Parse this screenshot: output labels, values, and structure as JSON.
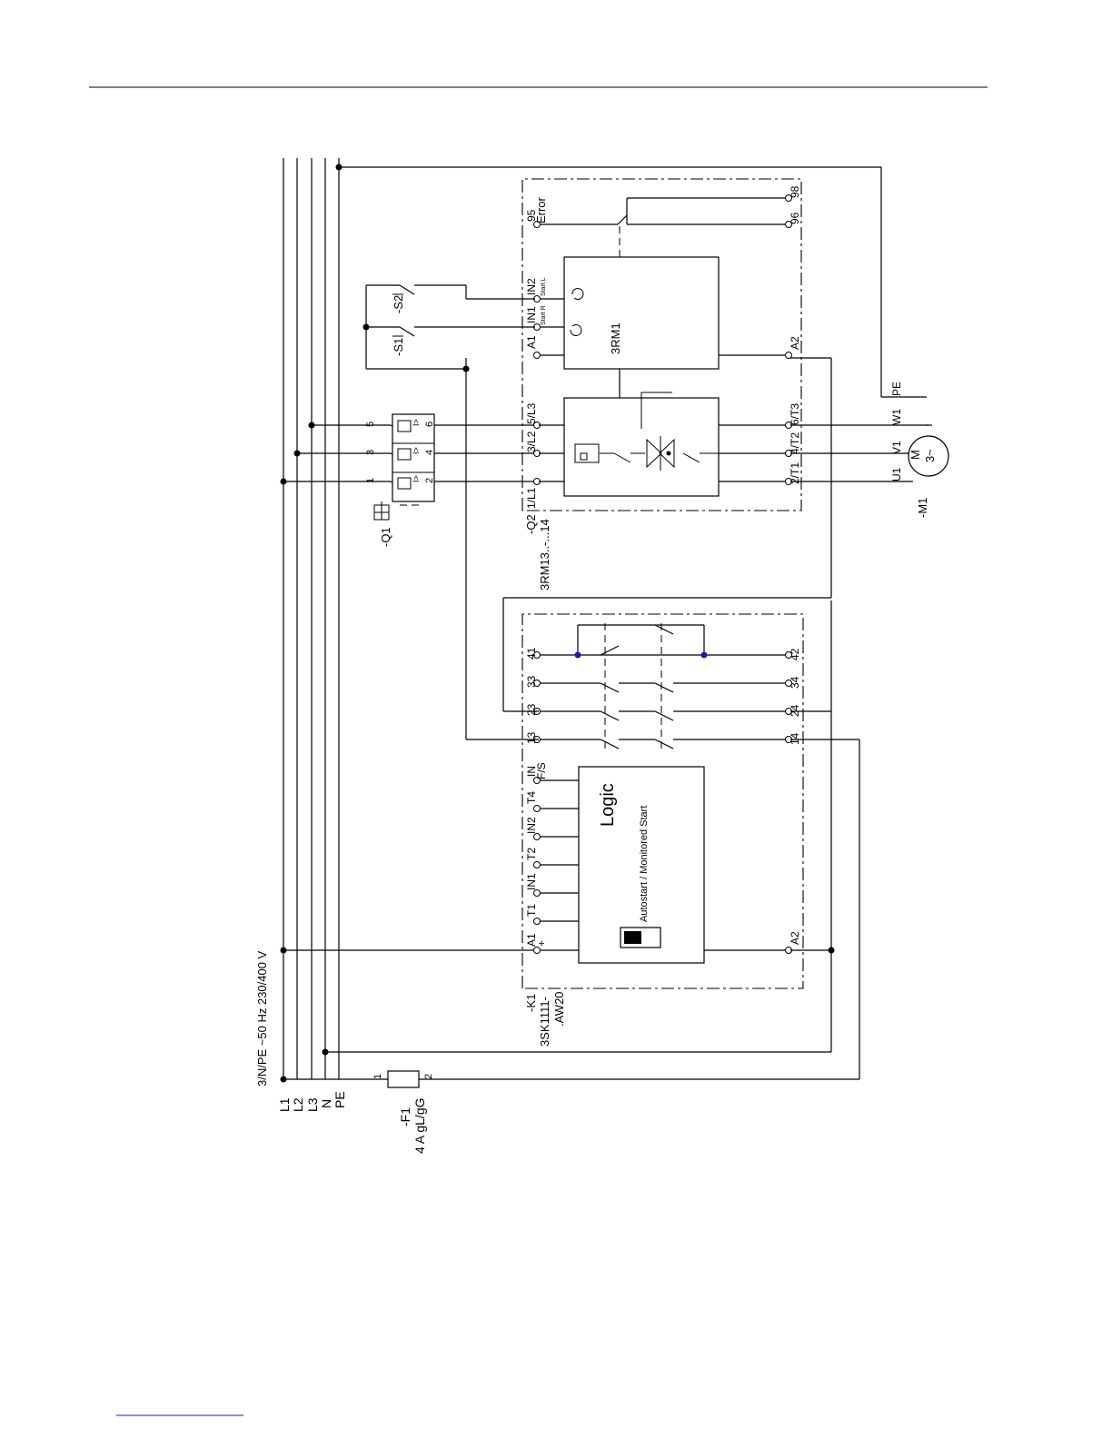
{
  "supply": {
    "bus_labels": [
      "L1",
      "L2",
      "L3",
      "N",
      "PE"
    ],
    "spec": "3/N/PE ~50 Hz  230/400 V"
  },
  "fuse": {
    "tag": "-F1",
    "rating": "4 A gL/gG",
    "pin1": "1",
    "pin2": "2"
  },
  "breaker": {
    "tag": "-Q1",
    "pins_top": [
      "1",
      "3",
      "5"
    ],
    "pins_bottom": [
      "2",
      "4",
      "6"
    ],
    "symbol": "I>"
  },
  "pushbuttons": {
    "s1": "-S1",
    "s2": "-S2"
  },
  "soft_starter": {
    "tag": "-Q2",
    "type": "3RM13..-...14",
    "control_name": "3RM1",
    "terminals_top": [
      "1/L1",
      "3/L2",
      "5/L3",
      "A1",
      "IN1",
      "IN2",
      "95"
    ],
    "terminals_bottom": [
      "2/T1",
      "4/T2",
      "6/T3",
      "A2",
      "96",
      "98"
    ],
    "in1_sub": "Start R",
    "in2_sub": "Start L",
    "error_label": "Error"
  },
  "motor": {
    "tag": "-M1",
    "terminals": [
      "U1",
      "V1",
      "W1",
      "PE"
    ],
    "symbol": "M",
    "phases": "3~"
  },
  "safety_relay": {
    "tag": "-K1",
    "type_line1": "3SK1111-",
    "type_line2": ".AW20",
    "logic_title": "Logic",
    "logic_subtitle": "Autostart / Monitored Start",
    "terminals_top": [
      "A1",
      "T1",
      "IN1",
      "T2",
      "IN2",
      "T4",
      "IN",
      "13",
      "23",
      "33",
      "41"
    ],
    "in_fs_sub": "F/S",
    "a1_sign": "+",
    "terminals_bottom": [
      "A2",
      "14",
      "24",
      "34",
      "42"
    ]
  }
}
